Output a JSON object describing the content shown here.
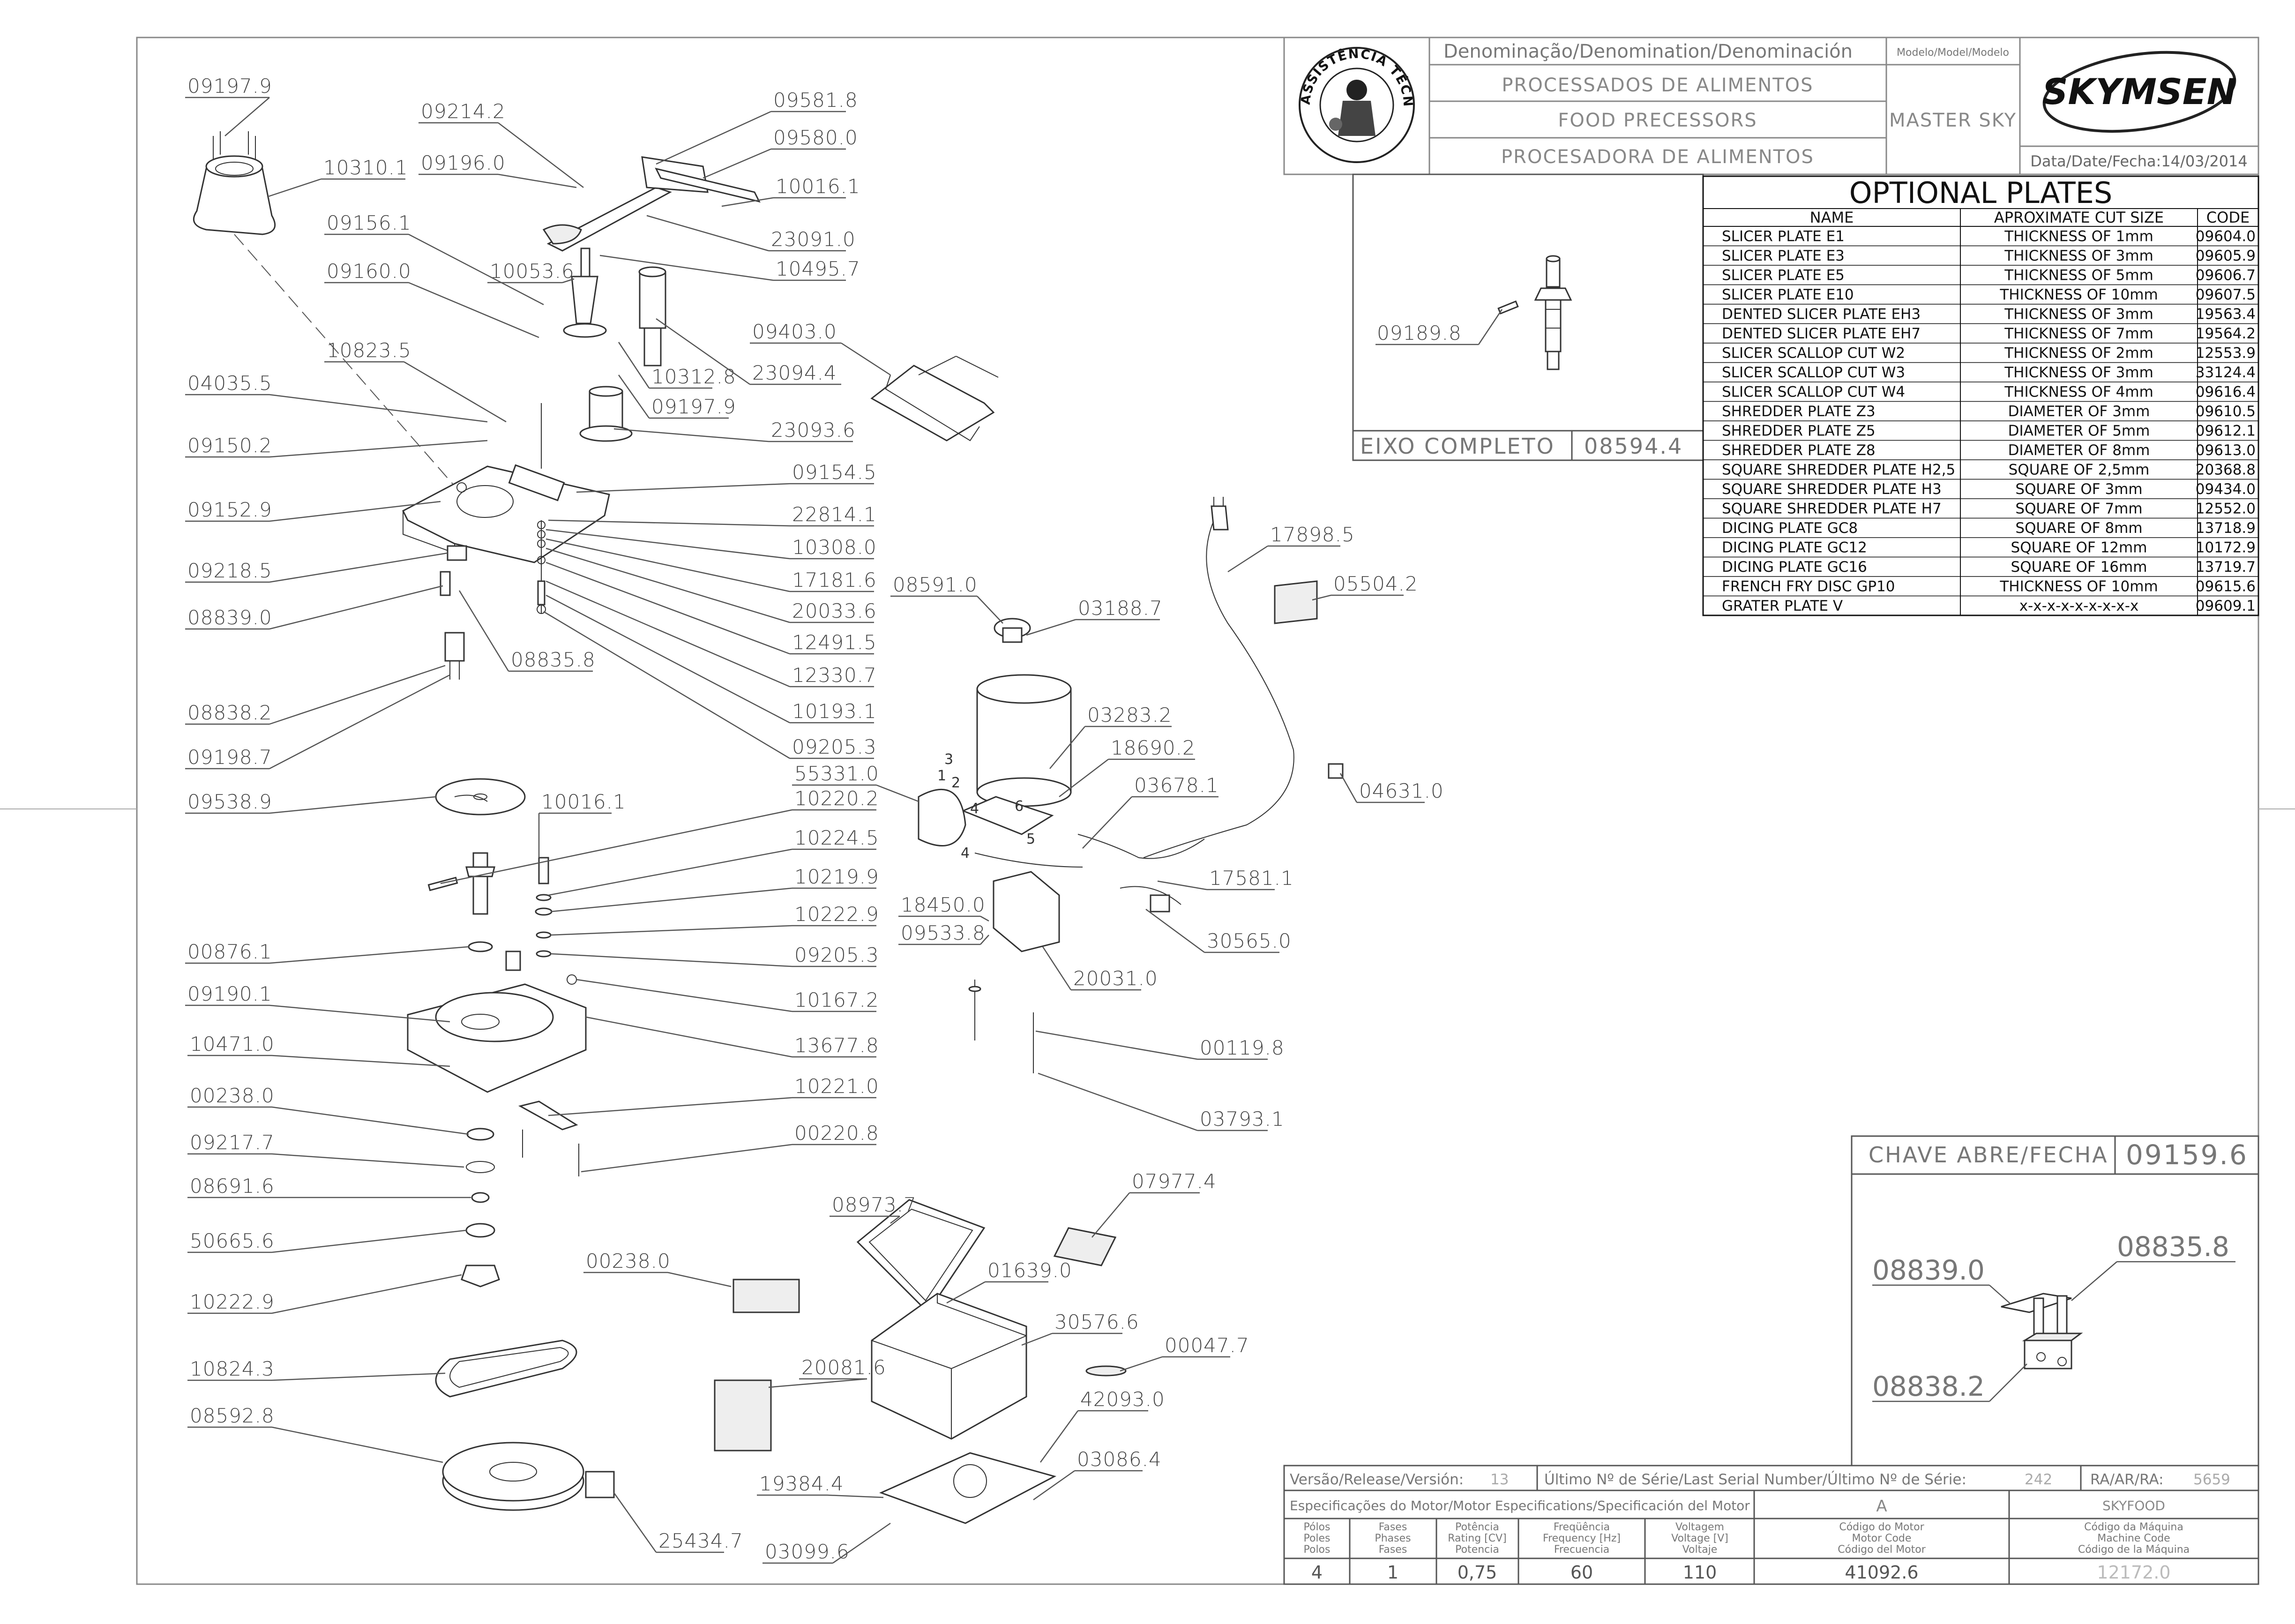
{
  "title_block": {
    "denomination_label": "Denominação/Denomination/Denominación",
    "model_label": "Modelo/Model/Modelo",
    "names": [
      "PROCESSADOS DE ALIMENTOS",
      "FOOD PRECESSORS",
      "PROCESADORA DE ALIMENTOS"
    ],
    "model": "MASTER SKY",
    "brand": "SKYMSEN",
    "date": "Data/Date/Fecha:14/03/2014",
    "seal_text": "ASSISTÊNCIA TÉCNICA AUTORIZADA"
  },
  "optional_plates": {
    "title": "OPTIONAL PLATES",
    "columns": [
      "NAME",
      "APROXIMATE CUT SIZE",
      "CODE"
    ],
    "rows": [
      [
        "SLICER PLATE E1",
        "THICKNESS OF 1mm",
        "09604.0"
      ],
      [
        "SLICER PLATE E3",
        "THICKNESS OF 3mm",
        "09605.9"
      ],
      [
        "SLICER PLATE E5",
        "THICKNESS OF 5mm",
        "09606.7"
      ],
      [
        "SLICER PLATE E10",
        "THICKNESS OF 10mm",
        "09607.5"
      ],
      [
        "DENTED SLICER PLATE EH3",
        "THICKNESS OF 3mm",
        "19563.4"
      ],
      [
        "DENTED SLICER PLATE EH7",
        "THICKNESS OF 7mm",
        "19564.2"
      ],
      [
        "SLICER SCALLOP CUT W2",
        "THICKNESS OF 2mm",
        "12553.9"
      ],
      [
        "SLICER SCALLOP CUT W3",
        "THICKNESS OF 3mm",
        "33124.4"
      ],
      [
        "SLICER SCALLOP CUT W4",
        "THICKNESS OF 4mm",
        "09616.4"
      ],
      [
        "SHREDDER PLATE Z3",
        "DIAMETER OF 3mm",
        "09610.5"
      ],
      [
        "SHREDDER PLATE Z5",
        "DIAMETER OF 5mm",
        "09612.1"
      ],
      [
        "SHREDDER PLATE Z8",
        "DIAMETER OF 8mm",
        "09613.0"
      ],
      [
        "SQUARE SHREDDER PLATE H2,5",
        "SQUARE OF 2,5mm",
        "20368.8"
      ],
      [
        "SQUARE SHREDDER PLATE H3",
        "SQUARE OF 3mm",
        "09434.0"
      ],
      [
        "SQUARE SHREDDER PLATE H7",
        "SQUARE OF 7mm",
        "12552.0"
      ],
      [
        "DICING PLATE GC8",
        "SQUARE OF 8mm",
        "13718.9"
      ],
      [
        "DICING PLATE GC12",
        "SQUARE OF 12mm",
        "10172.9"
      ],
      [
        "DICING PLATE GC16",
        "SQUARE OF 16mm",
        "13719.7"
      ],
      [
        "FRENCH FRY DISC GP10",
        "THICKNESS OF 10mm",
        "09615.6"
      ],
      [
        "GRATER PLATE V",
        "x-x-x-x-x-x-x-x-x",
        "09609.1"
      ]
    ]
  },
  "eixo": {
    "label": "EIXO COMPLETO",
    "code": "08594.4",
    "part": "09189.8"
  },
  "chave": {
    "label": "CHAVE ABRE/FECHA",
    "code": "09159.6",
    "parts": [
      "08839.0",
      "08835.8",
      "08838.2"
    ]
  },
  "bottom_block": {
    "version_label": "Versão/Release/Versión:",
    "version": "13",
    "serial_label": "Último Nº de Série/Last Serial Number/Último Nº de Série:",
    "serial": "242",
    "ra_label": "RA/AR/RA:",
    "ra": "5659",
    "motor_spec_label": "Especificações do Motor/Motor Especifications/Specificación del Motor",
    "motor_letter": "A",
    "machine_name": "SKYFOOD",
    "spec_headers": [
      [
        "Pólos",
        "Poles",
        "Polos"
      ],
      [
        "Fases",
        "Phases",
        "Fases"
      ],
      [
        "Potência",
        "Rating [CV]",
        "Potencia"
      ],
      [
        "Freqüência",
        "Frequency [Hz]",
        "Frecuencia"
      ],
      [
        "Voltagem",
        "Voltage [V]",
        "Voltaje"
      ],
      [
        "Código do Motor",
        "Motor Code",
        "Código del Motor"
      ],
      [
        "Código da Máquina",
        "Machine Code",
        "Código de la Máquina"
      ]
    ],
    "spec_values": [
      "4",
      "1",
      "0,75",
      "60",
      "110",
      "41092.6",
      "12172.0"
    ]
  },
  "callouts": [
    "09197.9",
    "10310.1",
    "09214.2",
    "09196.0",
    "09581.8",
    "09580.0",
    "10016.1",
    "23091.0",
    "10495.7",
    "09156.1",
    "10053.6",
    "09160.0",
    "09403.0",
    "10823.5",
    "10312.8",
    "23094.4",
    "04035.5",
    "09197.9",
    "09150.2",
    "23093.6",
    "09154.5",
    "09152.9",
    "22814.1",
    "10308.0",
    "09218.5",
    "17181.6",
    "08839.0",
    "20033.6",
    "08835.8",
    "12491.5",
    "12330.7",
    "08838.2",
    "10193.1",
    "09198.7",
    "09205.3",
    "55331.0",
    "09538.9",
    "10016.1",
    "10220.2",
    "10224.5",
    "10219.9",
    "10222.9",
    "00876.1",
    "09205.3",
    "09190.1",
    "10167.2",
    "10471.0",
    "13677.8",
    "00238.0",
    "10221.0",
    "09217.7",
    "00220.8",
    "08691.6",
    "00238.0",
    "50665.6",
    "10222.9",
    "10824.3",
    "08592.8",
    "25434.7",
    "20081.6",
    "00047.7",
    "08973.7",
    "07977.4",
    "01639.0",
    "30576.6",
    "42093.0",
    "19384.4",
    "03086.4",
    "03099.6",
    "17898.5",
    "05504.2",
    "08591.0",
    "03188.7",
    "03283.2",
    "18690.2",
    "03678.1",
    "04631.0",
    "17581.1",
    "18450.0",
    "09533.8",
    "30565.0",
    "20031.0",
    "00119.8",
    "03793.1"
  ],
  "motor_wire_numbers": [
    "1",
    "2",
    "3",
    "4",
    "4",
    "5",
    "6"
  ]
}
